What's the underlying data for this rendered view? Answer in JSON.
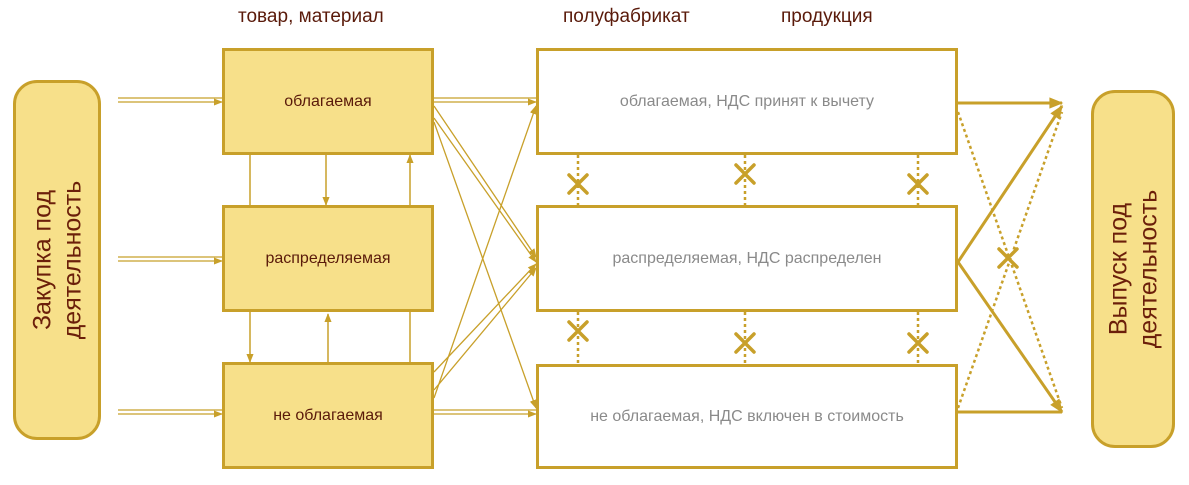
{
  "headers": {
    "goods": "товар, материал",
    "semi": "полуфабрикат",
    "products": "продукция"
  },
  "left_pill": "Закупка под\nдеятельность",
  "right_pill": "Выпуск под\nдеятельность",
  "inputs": {
    "taxable": "облагаемая",
    "distributed": "распределяемая",
    "nontaxable": "не облагаемая"
  },
  "outputs": {
    "taxable": "облагаемая, НДС принят к вычету",
    "distributed": "распределяемая, НДС распределен",
    "nontaxable": "не облагаемая, НДС включен в стоимость"
  },
  "colors": {
    "fill": "#f7e08a",
    "stroke": "#c8a02a",
    "dark_text": "#5a1a0a",
    "grey_text": "#8a8a8a"
  }
}
